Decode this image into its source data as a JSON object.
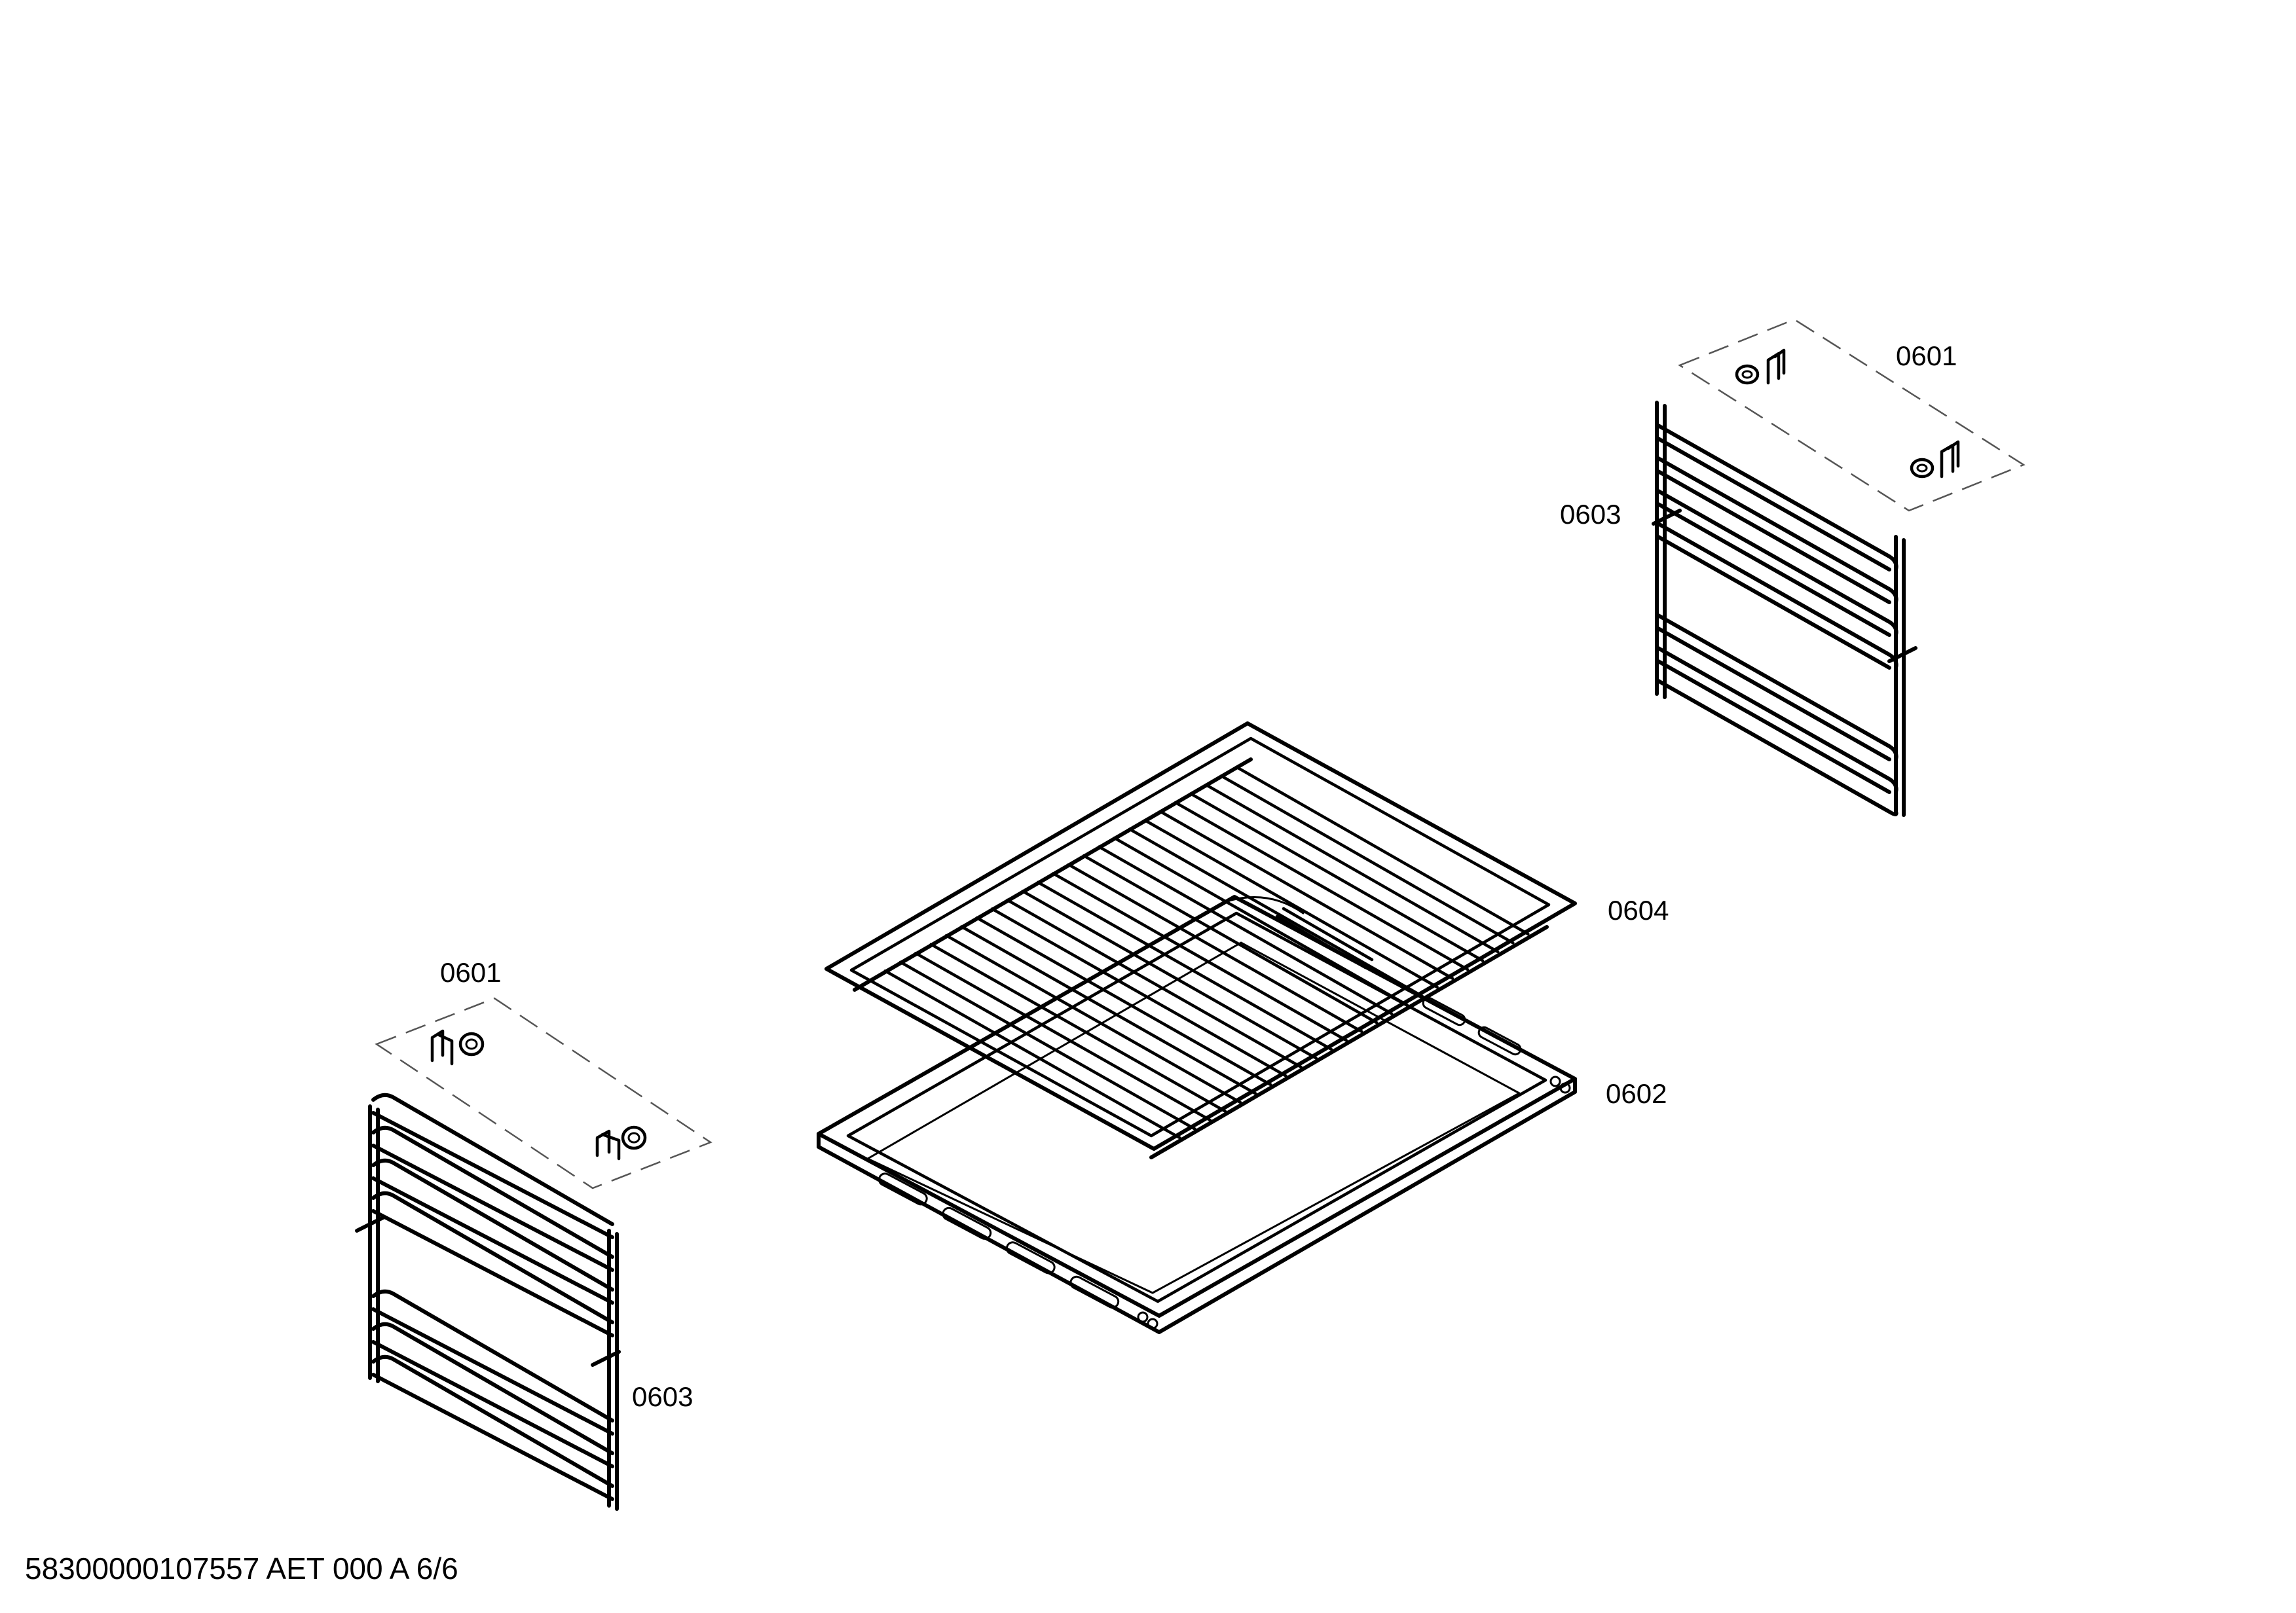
{
  "labels": {
    "top_right_clips": "0601",
    "top_right_rail": "0603",
    "grid_rack": "0604",
    "baking_tray": "0602",
    "bottom_left_clips": "0601",
    "bottom_left_rail": "0603"
  },
  "footer": {
    "document_code": "58300000107557 AET 000 A 6/6"
  },
  "colors": {
    "line": "#000000",
    "background": "#ffffff"
  }
}
